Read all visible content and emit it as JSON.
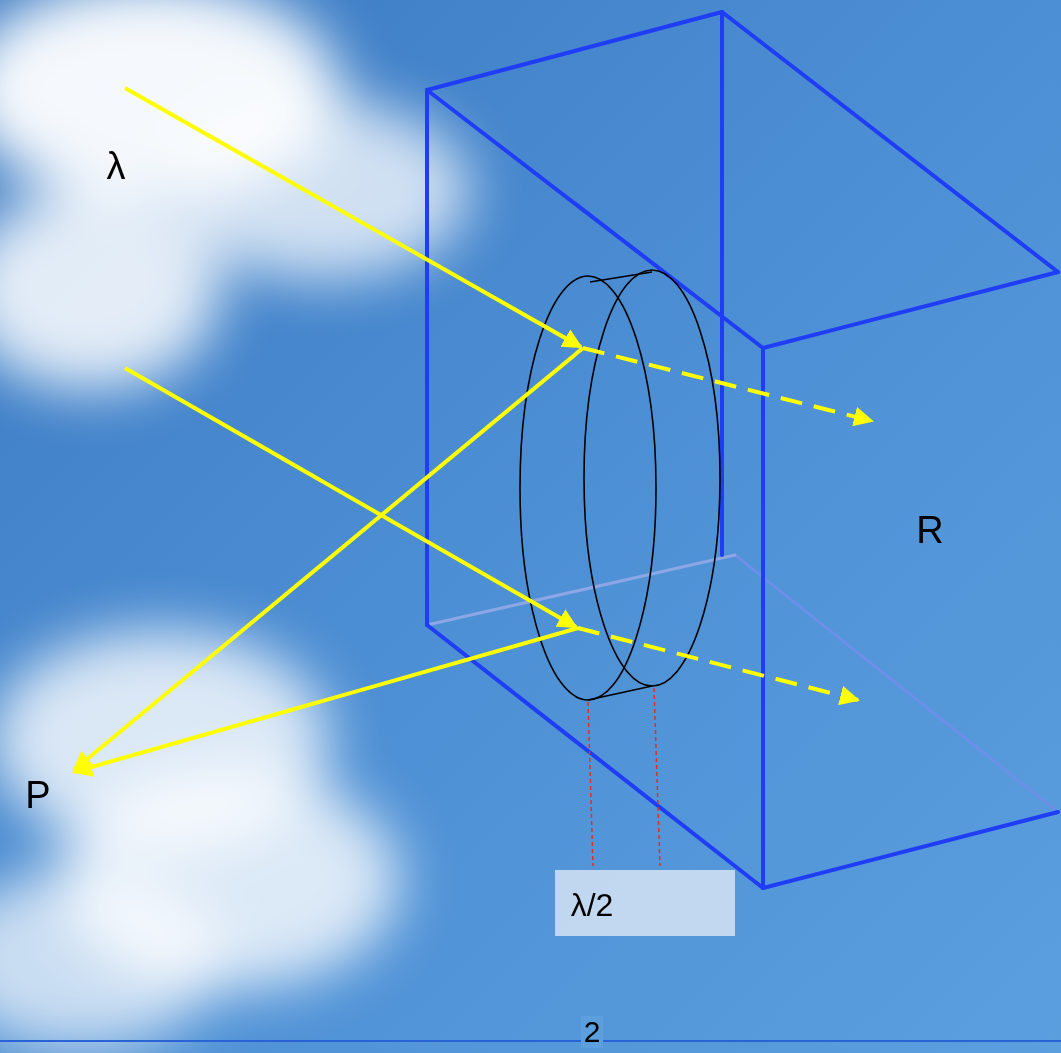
{
  "diagram": {
    "labels": [
      "λ",
      "P",
      "R",
      "λ/2",
      "2"
    ]
  }
}
